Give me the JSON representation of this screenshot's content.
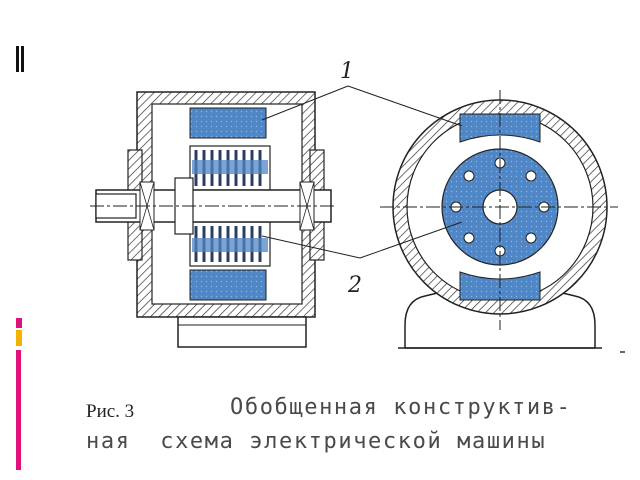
{
  "diagram": {
    "callouts": [
      {
        "id": "1",
        "label": "1"
      },
      {
        "id": "2",
        "label": "2"
      }
    ],
    "colors": {
      "coil_blue": "#4f86c6",
      "outline": "#222222",
      "hatch": "#333333",
      "background": "#ffffff"
    }
  },
  "caption": {
    "figure_label": "Рис. 3",
    "line1": "Обобщенная конструктив-",
    "line2": "ная  схема электрической машины"
  },
  "decorations": {
    "edge_marks_colors": [
      "#000000",
      "#e0127a",
      "#f2b200"
    ]
  }
}
